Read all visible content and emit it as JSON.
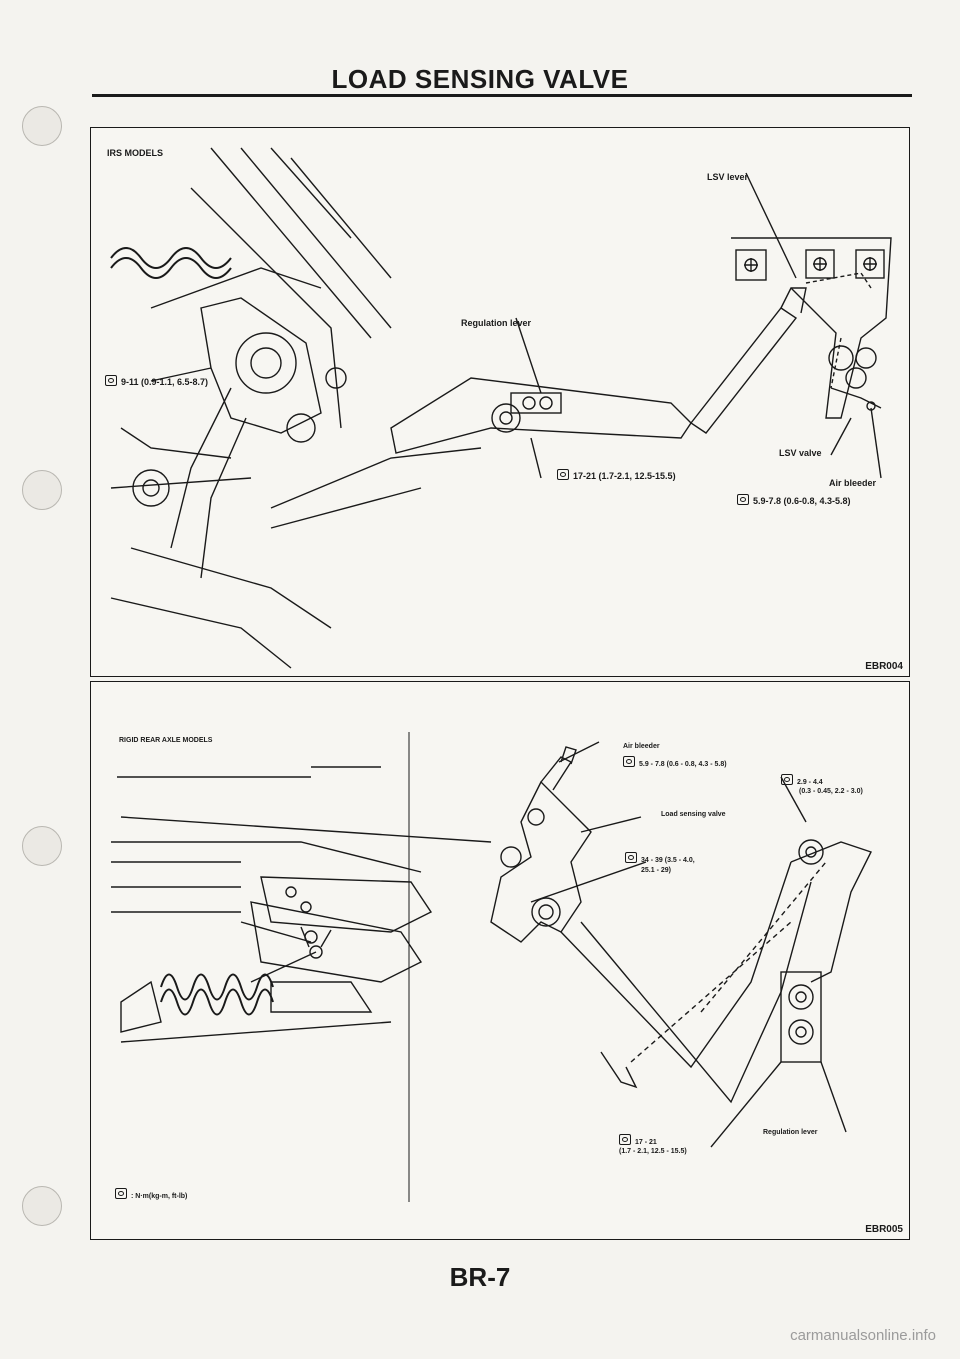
{
  "header": {
    "title": "LOAD SENSING VALVE"
  },
  "panel1": {
    "model_label": "IRS MODELS",
    "callouts": {
      "lsv_lever": "LSV lever",
      "regulation_lever": "Regulation lever",
      "torque_1": "9-11 (0.9-1.1, 6.5-8.7)",
      "torque_2": "17-21 (1.7-2.1, 12.5-15.5)",
      "lsv_valve": "LSV valve",
      "air_bleeder": "Air bleeder",
      "torque_3": "5.9-7.8 (0.6-0.8, 4.3-5.8)"
    },
    "figure_code": "EBR004"
  },
  "panel2": {
    "model_label": "RIGID REAR AXLE MODELS",
    "callouts": {
      "air_bleeder": "Air bleeder",
      "torque_air_bleeder": "5.9 - 7.8 (0.6 - 0.8, 4.3 - 5.8)",
      "torque_top_right_1": "2.9 - 4.4",
      "torque_top_right_2": "(0.3 - 0.45, 2.2 - 3.0)",
      "load_sensing_valve": "Load sensing valve",
      "torque_valve_1": "34 - 39 (3.5 - 4.0,",
      "torque_valve_2": "25.1 - 29)",
      "torque_reg_1": "17 - 21",
      "torque_reg_2": "(1.7 - 2.1, 12.5 - 15.5)",
      "regulation_lever": "Regulation lever"
    },
    "legend": ": N·m(kg-m, ft-lb)",
    "figure_code": "EBR005"
  },
  "footer": {
    "page_number": "BR-7",
    "watermark": "carmanualsonline.info"
  },
  "icons": {
    "torque": "torque-wrench-icon"
  }
}
